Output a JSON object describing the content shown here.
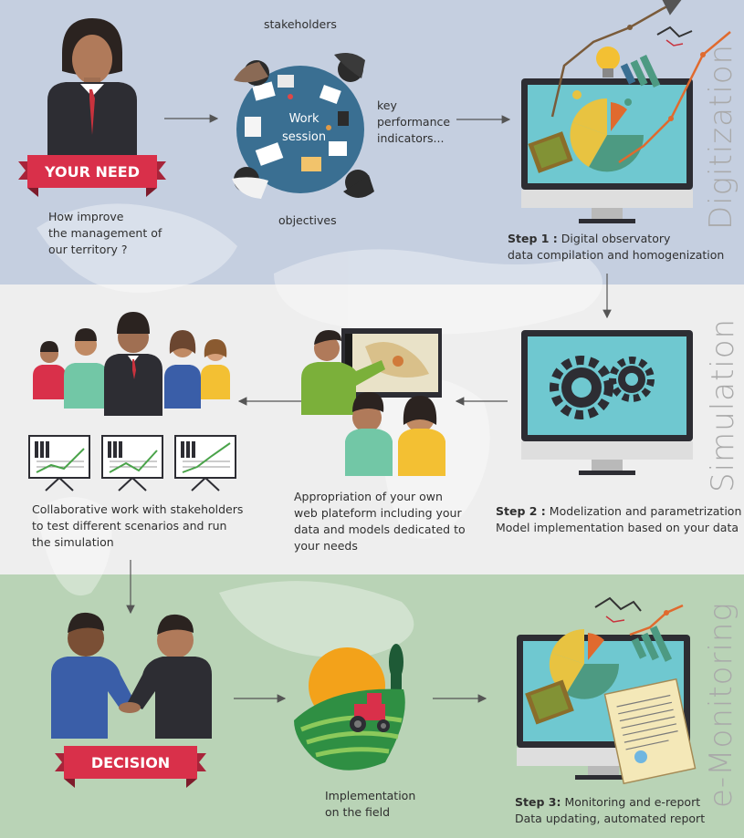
{
  "sections": {
    "digitization": "Digitization",
    "simulation": "Simulation",
    "monitoring": "e-Monitoring"
  },
  "row1": {
    "need_badge": "YOUR NEED",
    "need_text": [
      "How improve",
      "the management of",
      "our territory ?"
    ],
    "stakeholders": "stakeholders",
    "work_session": [
      "Work",
      "session"
    ],
    "kpi": [
      "key",
      "performance",
      "indicators..."
    ],
    "objectives": "objectives",
    "step1_label": "Step 1 :",
    "step1_text": [
      "Digital observatory",
      "data compilation and homogenization"
    ]
  },
  "row2": {
    "step2_label": "Step 2 :",
    "step2_text": [
      "Modelization and parametrization",
      "Model implementation based on your data"
    ],
    "platform_text": [
      "Appropriation of your own",
      "web plateform including your",
      "data and models dedicated to",
      "your needs"
    ],
    "collab_text": [
      "Collaborative work with stakeholders",
      "to test different scenarios and run",
      "the simulation"
    ]
  },
  "row3": {
    "decision_badge": "DECISION",
    "implementation_text": [
      "Implementation",
      "on the field"
    ],
    "step3_label": "Step 3:",
    "step3_text": [
      "Monitoring and e-report",
      "Data updating, automated report"
    ]
  },
  "colors": {
    "band_blue": "#c5cfe0",
    "band_grey": "#eeeeee",
    "band_green": "#b9d3b6",
    "ribbon_red": "#d9304a",
    "screen_teal": "#6fc8d0",
    "suit_dark": "#2d2d33",
    "orange_line": "#e06a2e"
  }
}
